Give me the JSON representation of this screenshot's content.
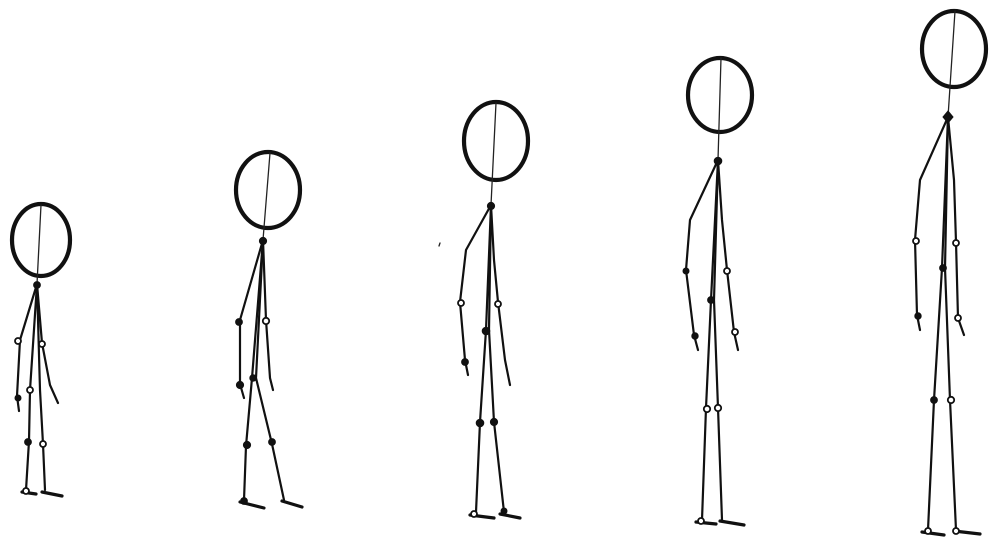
{
  "figures": [
    {
      "id": "figure-1",
      "name": "stick-figure-1"
    },
    {
      "id": "figure-2",
      "name": "stick-figure-2"
    },
    {
      "id": "figure-3",
      "name": "stick-figure-3"
    },
    {
      "id": "figure-4",
      "name": "stick-figure-4"
    },
    {
      "id": "figure-5",
      "name": "stick-figure-5"
    }
  ],
  "colors": {
    "ink": "#111111",
    "paper": "#ffffff"
  }
}
